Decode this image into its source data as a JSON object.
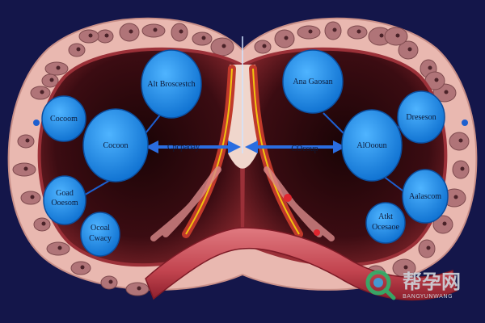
{
  "colors": {
    "background": "#14164a",
    "tissue": "#e9b8b0",
    "cavity": "#3a0d12",
    "bubble": "#1d8fe0",
    "arrow": "#2a6de0",
    "vessel": "#c0392b"
  },
  "labels": {
    "left_top": "Alt Broscestch",
    "left_middle": "Cocoon",
    "left_side": "Cocoom",
    "left_lower_1": "Goad",
    "left_lower_2": "Ooesom",
    "left_bottom_1": "Ocoal",
    "left_bottom_2": "Cwacy",
    "left_arrow": "Cpcpaday",
    "right_top": "Ana Gaosan",
    "right_middle": "AlOooun",
    "right_side": "Dreseson",
    "right_arrow": "COcoup",
    "right_lower": "Aalascom",
    "right_bottom_1": "Atkt",
    "right_bottom_2": "Ocesaoe"
  },
  "watermark": {
    "title": "帮孕网",
    "subtitle": "BANGYUNWANG",
    "icon": "magnifier-logo-icon"
  }
}
